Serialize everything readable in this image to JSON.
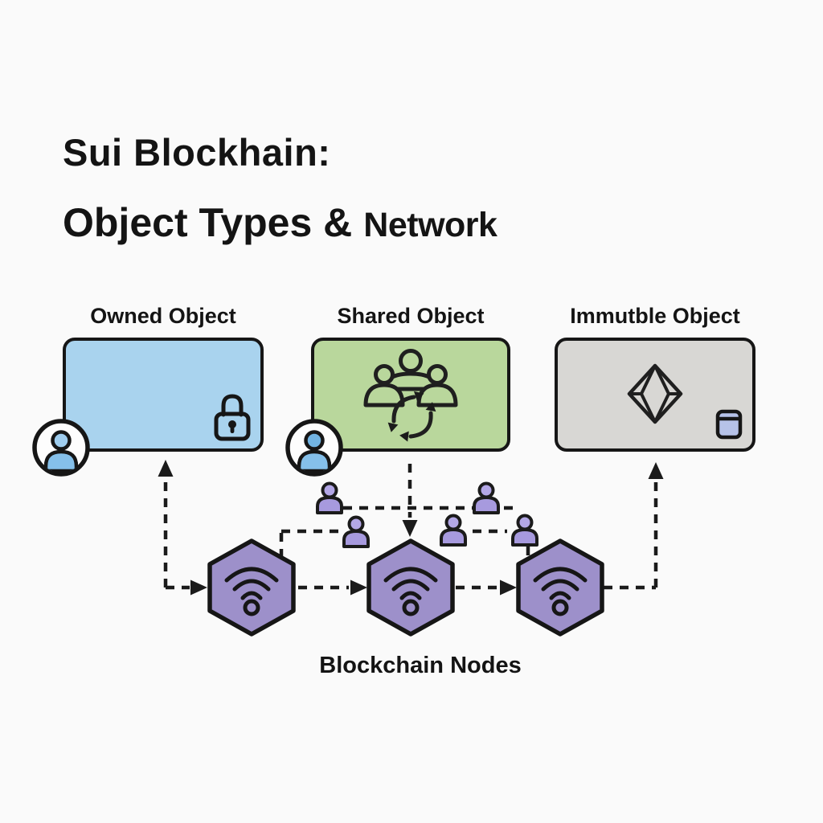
{
  "title": {
    "line1": "Sui Blockhain:",
    "line2_main": "Object Types &",
    "line2_suffix": "Network"
  },
  "object_cards": [
    {
      "label": "Owned Object",
      "fill": "#a9d3ee",
      "icon": "lock-icon"
    },
    {
      "label": "Shared Object",
      "fill": "#b9d79c",
      "icon": "shared-users-sync-icon"
    },
    {
      "label": "Immutble Object",
      "fill": "#d8d7d4",
      "icon": "gem-icon"
    }
  ],
  "network": {
    "nodes_label": "Blockchain Nodes",
    "node_icon": "wifi-hexagon-icon",
    "node_count": 3,
    "client_icon": "person-icon",
    "client_count": 5
  },
  "colors": {
    "background": "#fafafa",
    "outline": "#1b1b1b",
    "hexagon_fill": "#9d90ca",
    "person_fill": "#a79ade",
    "person_head_fill": "#b3a7e6",
    "avatar_head_blue": "#72b4e3",
    "avatar_body_blue": "#85c0ea",
    "card_icon_fill": "#b6c2e8"
  }
}
